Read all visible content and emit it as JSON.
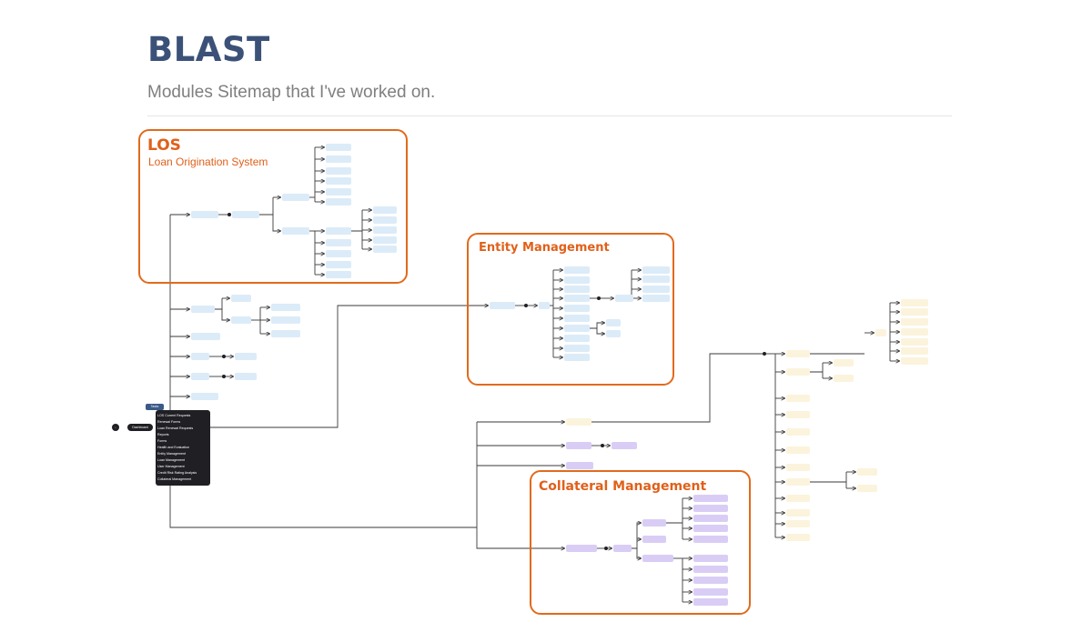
{
  "header": {
    "title": "BLAST",
    "subtitle": "Modules Sitemap that I've worked on."
  },
  "sections": {
    "los": {
      "title": "LOS",
      "subtitle": "Loan Origination System"
    },
    "entity": {
      "title": "Entity Management"
    },
    "collateral": {
      "title": "Collateral Management"
    }
  },
  "root": {
    "tag": "Tasks",
    "dashboard": "Dashboard",
    "menu": [
      "LOS Current Requests",
      "Renewal Forms",
      "Loan Renewal Requests",
      "Reports",
      "Forms",
      "Health and Evaluation",
      "Entity Management",
      "Loan Management",
      "User Management",
      "Credit Risk Rating Analysis",
      "Collateral Management"
    ]
  },
  "colors": {
    "accent": "#e16a1c",
    "title": "#3b5178",
    "blue_node": "#dcebf8",
    "purple_node": "#d9cdf5",
    "cream_node": "#fbf3dc",
    "line": "#3a3a3a"
  }
}
